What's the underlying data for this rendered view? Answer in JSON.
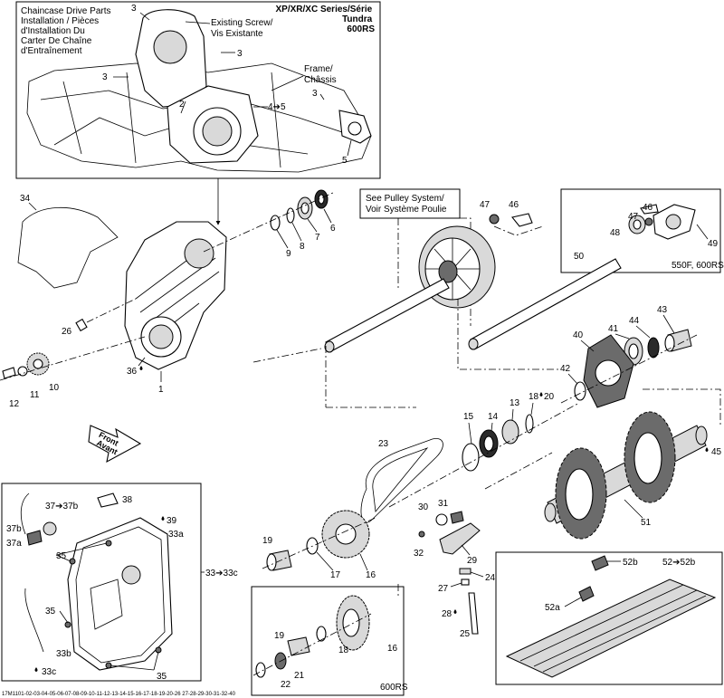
{
  "header": {
    "inset_title_lines": [
      "Chaincase Drive Parts",
      "Installation / Pièces",
      "d'Installation Du",
      "Carter De Chaîne",
      "d'Entraînement"
    ],
    "series_lines": [
      "XP/XR/XC Series/Série",
      "Tundra",
      "600RS"
    ],
    "existing_screw_lines": [
      "Existing Screw/",
      "Vis Existante"
    ],
    "frame_lines": [
      "Frame/",
      "Châssis"
    ]
  },
  "notes": {
    "pulley_lines": [
      "See Pulley System/",
      "Voir Système Poulie"
    ],
    "front_lines": [
      "Front",
      "Avant"
    ],
    "box_550_label": "550F, 600RS",
    "box_600_label": "600RS"
  },
  "callouts": {
    "c1": "1",
    "c3a": "3",
    "c3b": "3",
    "c3c": "3",
    "c3d": "3",
    "c2": "2",
    "c45arrow": "4➔5",
    "c5": "5",
    "c34": "34",
    "c26": "26",
    "c36": "36",
    "c12": "12",
    "c11": "11",
    "c10": "10",
    "c6": "6",
    "c7": "7",
    "c8": "8",
    "c9": "9",
    "c47a": "47",
    "c46a": "46",
    "c47b": "47",
    "c46b": "46",
    "c48": "48",
    "c49": "49",
    "c50": "50",
    "c43": "43",
    "c44": "44",
    "c41": "41",
    "c40": "40",
    "c42": "42",
    "c14": "14",
    "c13": "13",
    "c18a": "18",
    "c20": "20",
    "c15": "15",
    "c45": "45",
    "c51": "51",
    "c23": "23",
    "c30": "30",
    "c31": "31",
    "c32": "32",
    "c29": "29",
    "c24": "24",
    "c27": "27",
    "c28": "28",
    "c25": "25",
    "c19a": "19",
    "c17": "17",
    "c16a": "16",
    "c19b": "19",
    "c18b": "18",
    "c16b": "16",
    "c21": "21",
    "c22": "22",
    "c52b": "52b",
    "c52a": "52a",
    "c52range": "52➔52b",
    "c38": "38",
    "c37range": "37➔37b",
    "c37b": "37b",
    "c37a": "37a",
    "c39": "39",
    "c33a": "33a",
    "c35a": "35",
    "c35b": "35",
    "c35c": "35",
    "c33b": "33b",
    "c33c": "33c",
    "c33range": "33➔33c"
  },
  "footer": {
    "code": "17M1101-02-03-04-05-06-07-08-09-10-11-12-13-14-15-16-17-18-19-20-26 27-28-29-30-31-32-40"
  }
}
